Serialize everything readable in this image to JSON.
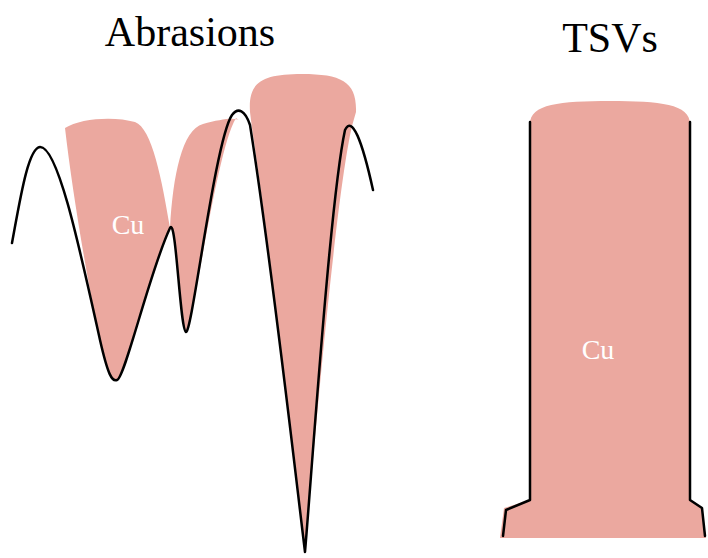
{
  "diagram": {
    "nodes": [
      {
        "text": [
          "Cu"
        ]
      },
      {
        "text": [
          "Cu"
        ]
      }
    ],
    "labels": [
      "Abrasions",
      "TSVs"
    ]
  }
}
